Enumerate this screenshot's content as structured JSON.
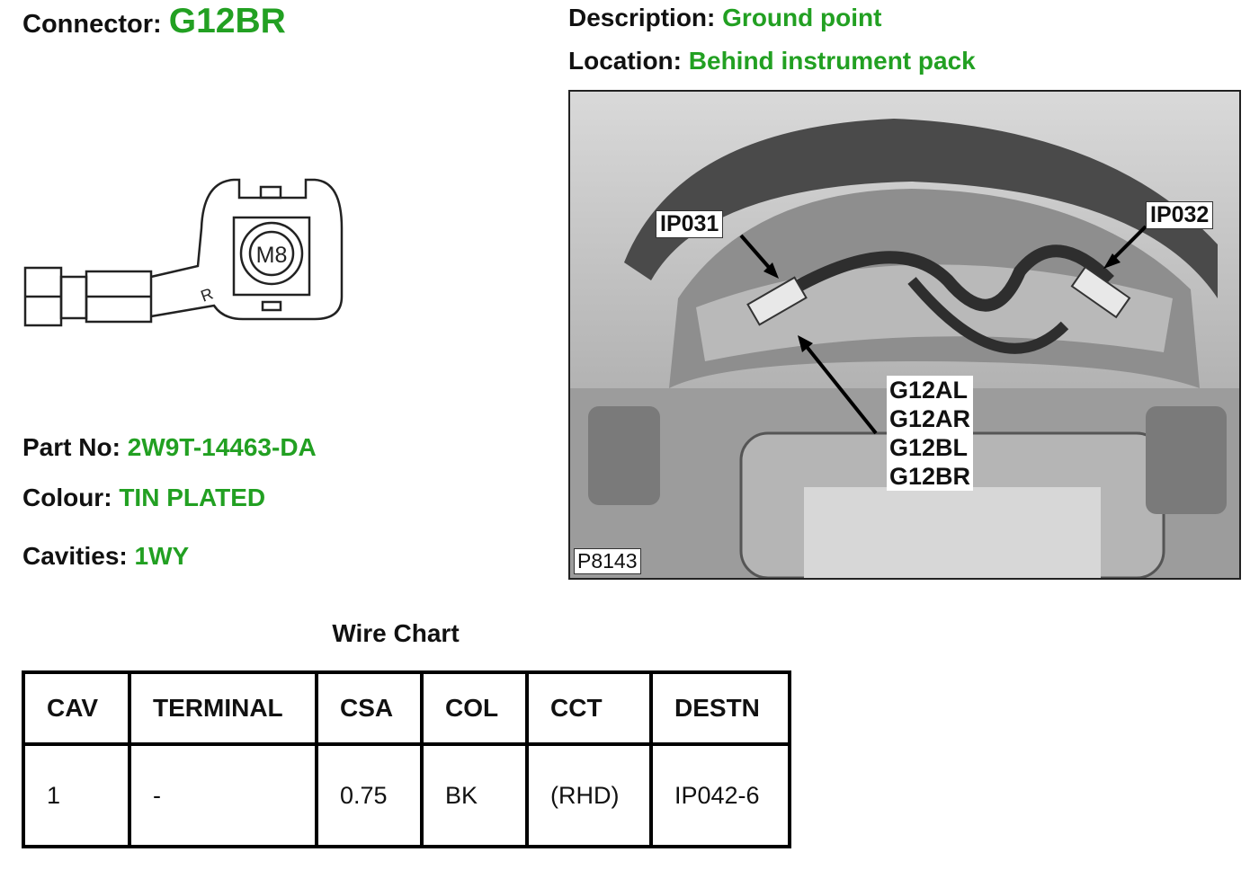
{
  "connector": {
    "label": "Connector:",
    "value": "G12BR"
  },
  "description": {
    "label": "Description:",
    "value": "Ground point"
  },
  "location": {
    "label": "Location:",
    "value": "Behind instrument pack"
  },
  "part_no": {
    "label": "Part No:",
    "value": "2W9T-14463-DA"
  },
  "colour": {
    "label": "Colour:",
    "value": "TIN PLATED"
  },
  "cavities": {
    "label": "Cavities:",
    "value": "1WY"
  },
  "drawing": {
    "stud_text": "M8",
    "r_mark": "R"
  },
  "photo": {
    "callout_left": "IP031",
    "callout_right": "IP032",
    "ground_labels": [
      "G12AL",
      "G12AR",
      "G12BL",
      "G12BR"
    ],
    "photo_id": "P8143"
  },
  "wire_chart": {
    "title": "Wire Chart",
    "headers": [
      "CAV",
      "TERMINAL",
      "CSA",
      "COL",
      "CCT",
      "DESTN"
    ],
    "rows": [
      [
        "1",
        "-",
        "0.75",
        "BK",
        "(RHD)",
        "IP042-6"
      ]
    ]
  },
  "colors": {
    "value_green": "#22a022",
    "text": "#111111"
  }
}
